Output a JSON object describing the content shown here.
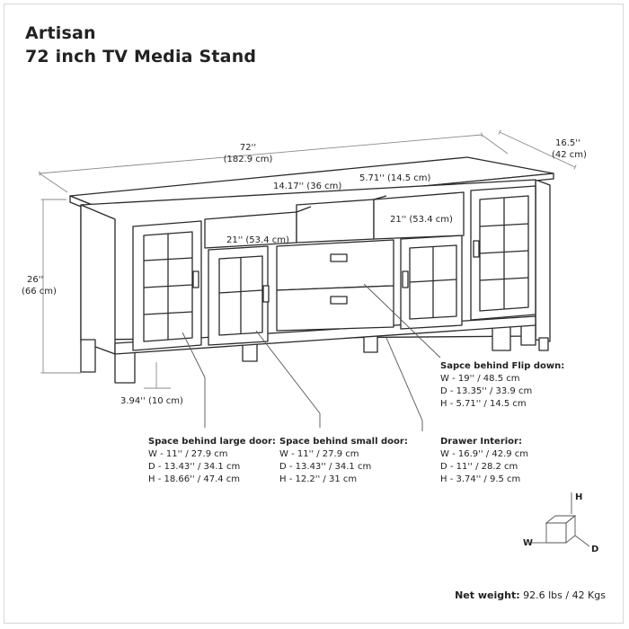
{
  "title": {
    "line1": "Artisan",
    "line2": "72 inch TV Media Stand"
  },
  "dimensions": {
    "width": {
      "in": "72''",
      "cm": "(182.9 cm)"
    },
    "depth": {
      "in": "16.5''",
      "cm": "(42 cm)"
    },
    "height": {
      "in": "26''",
      "cm": "(66 cm)"
    },
    "clearance": "3.94'' (10 cm)",
    "open_shelf_width": "14.17'' (36 cm)",
    "flip_down_height": "5.71'' (14.5 cm)",
    "shelf_left": "21'' (53.4 cm)",
    "shelf_right": "21'' (53.4 cm)"
  },
  "specs": {
    "flip_down": {
      "heading": "Sapce behind Flip down:",
      "w": "W - 19'' / 48.5 cm",
      "d": "D - 13.35'' / 33.9 cm",
      "h": "H - 5.71'' / 14.5 cm"
    },
    "large_door": {
      "heading": "Space behind large door:",
      "w": "W - 11'' / 27.9 cm",
      "d": "D - 13.43'' / 34.1 cm",
      "h": "H - 18.66'' / 47.4 cm"
    },
    "small_door": {
      "heading": "Space behind small door:",
      "w": "W - 11'' / 27.9 cm",
      "d": "D - 13.43'' / 34.1 cm",
      "h": "H - 12.2'' / 31 cm"
    },
    "drawer": {
      "heading": "Drawer Interior:",
      "w": "W - 16.9'' / 42.9 cm",
      "d": "D - 11'' / 28.2 cm",
      "h": "H - 3.74'' / 9.5 cm"
    }
  },
  "axes": {
    "h": "H",
    "w": "W",
    "d": "D"
  },
  "net_weight": {
    "label": "Net weight:",
    "value": "92.6 lbs / 42 Kgs"
  },
  "colors": {
    "line": "#2b2b2b",
    "dim_line": "#8a8a8a",
    "fill": "#ffffff"
  }
}
